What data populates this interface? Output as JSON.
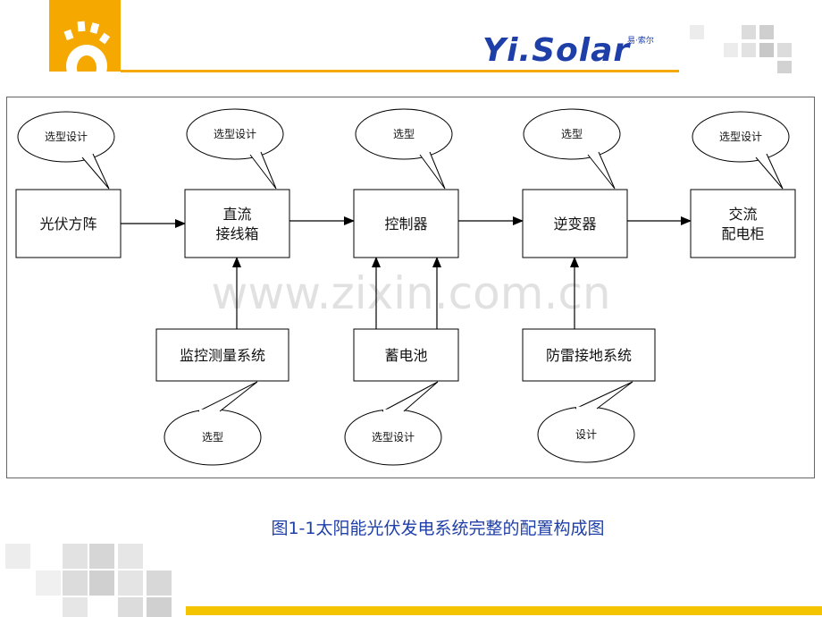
{
  "brand": {
    "logo_text": "Yi.Solar",
    "logo_subtext": "易·索尔",
    "colors": {
      "primary": "#f5a800",
      "logo_blue": "#1f3fa8",
      "caption_blue": "#1f3fa8"
    }
  },
  "diagram": {
    "blocks": [
      {
        "id": "pv-array",
        "lines": [
          "光伏方阵"
        ]
      },
      {
        "id": "combiner-box",
        "lines": [
          "直流",
          "接线箱"
        ]
      },
      {
        "id": "controller",
        "lines": [
          "控制器"
        ]
      },
      {
        "id": "inverter",
        "lines": [
          "逆变器"
        ]
      },
      {
        "id": "ac-distribution",
        "lines": [
          "交流",
          "配电柜"
        ]
      },
      {
        "id": "monitoring-system",
        "lines": [
          "监控测量系统"
        ]
      },
      {
        "id": "battery",
        "lines": [
          "蓄电池"
        ]
      },
      {
        "id": "lightning-grounding",
        "lines": [
          "防雷接地系统"
        ]
      }
    ],
    "bubbles": [
      {
        "id": "pv-array",
        "text": "选型设计"
      },
      {
        "id": "combiner-box",
        "text": "选型设计"
      },
      {
        "id": "controller",
        "text": "选型"
      },
      {
        "id": "inverter",
        "text": "选型"
      },
      {
        "id": "ac-distribution",
        "text": "选型设计"
      },
      {
        "id": "monitoring-system",
        "text": "选型"
      },
      {
        "id": "battery",
        "text": "选型设计"
      },
      {
        "id": "lightning-grounding",
        "text": "设计"
      }
    ],
    "connections": [
      {
        "from": "pv-array",
        "to": "combiner-box"
      },
      {
        "from": "combiner-box",
        "to": "controller"
      },
      {
        "from": "controller",
        "to": "inverter"
      },
      {
        "from": "inverter",
        "to": "ac-distribution"
      },
      {
        "from": "monitoring-system",
        "to": "combiner-box"
      },
      {
        "from": "battery",
        "to": "controller"
      },
      {
        "from": "battery",
        "to": "controller"
      },
      {
        "from": "lightning-grounding",
        "to": "inverter"
      }
    ]
  },
  "watermark": "www.zixin.com.cn",
  "caption": "图1-1太阳能光伏发电系统完整的配置构成图"
}
